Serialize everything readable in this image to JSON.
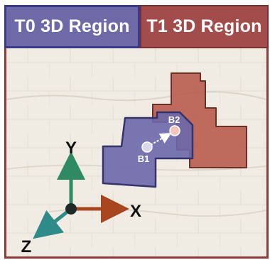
{
  "header": {
    "t0_label": "T0 3D Region",
    "t1_label": "T1 3D Region"
  },
  "regions": {
    "t0": {
      "color": "#6b68ab",
      "border": "#35346a"
    },
    "t1": {
      "color": "#b55546",
      "border": "#6d3026"
    }
  },
  "points": {
    "b1_label": "B1",
    "b2_label": "B2"
  },
  "axes": {
    "x_label": "X",
    "y_label": "Y",
    "z_label": "Z",
    "x_color": "#a8461f",
    "y_color": "#2f8a63",
    "z_color": "#2f8a8a"
  }
}
